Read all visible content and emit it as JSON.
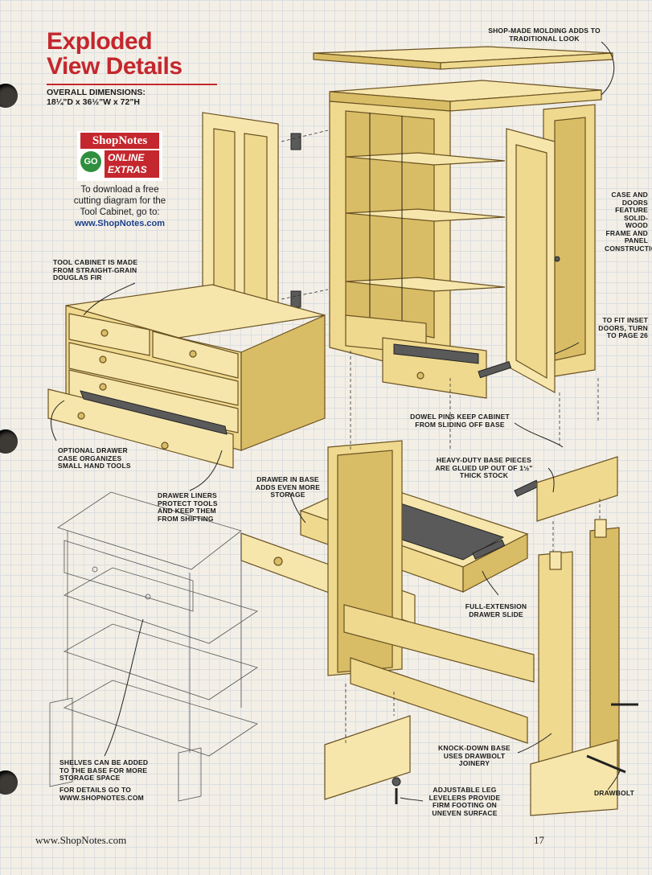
{
  "page": {
    "title_line1": "Exploded",
    "title_line2": "View Details",
    "dimensions_label": "OVERALL DIMENSIONS:",
    "dimensions_value": "18¼\"D x 36½\"W x 72\"H",
    "colors": {
      "accent": "#c4272d",
      "wood": "#efd98f",
      "wood_dark": "#c9a94b",
      "go": "#2f8f3f"
    }
  },
  "badge": {
    "brand": "ShopNotes",
    "go": "GO",
    "online": "ONLINE",
    "extras": "EXTRAS",
    "download_text": "To download a free cutting diagram for the Tool Cabinet, go to:",
    "url": "www.ShopNotes.com"
  },
  "callouts": {
    "molding": "SHOP-MADE MOLDING ADDS TO TRADITIONAL LOOK",
    "case_doors": "CASE AND DOORS FEATURE SOLID-WOOD FRAME AND PANEL CONSTRUCTION",
    "inset_doors": "TO FIT INSET DOORS, TURN TO PAGE 26",
    "douglas_fir": "TOOL CABINET IS MADE FROM STRAIGHT-GRAIN DOUGLAS FIR",
    "drawer_case": "OPTIONAL DRAWER CASE ORGANIZES SMALL HAND TOOLS",
    "liners": "DRAWER LINERS PROTECT TOOLS AND KEEP THEM FROM SHIFTING",
    "dowel": "DOWEL PINS KEEP CABINET FROM SLIDING OFF BASE",
    "heavy_base": "HEAVY-DUTY BASE PIECES ARE GLUED UP OUT OF 1½\" THICK STOCK",
    "drawer_base": "DRAWER IN BASE ADDS EVEN MORE STORAGE",
    "slide": "FULL-EXTENSION DRAWER SLIDE",
    "knockdown": "KNOCK-DOWN BASE USES DRAWBOLT JOINERY",
    "drawbolt": "DRAWBOLT",
    "levelers": "ADJUSTABLE LEG LEVELERS PROVIDE FIRM FOOTING ON UNEVEN SURFACE",
    "shelves": "SHELVES CAN BE ADDED TO THE BASE FOR MORE STORAGE SPACE",
    "details": "FOR DETAILS GO TO WWW.SHOPNOTES.COM"
  },
  "footer": {
    "url": "www.ShopNotes.com",
    "page_number": "17"
  }
}
